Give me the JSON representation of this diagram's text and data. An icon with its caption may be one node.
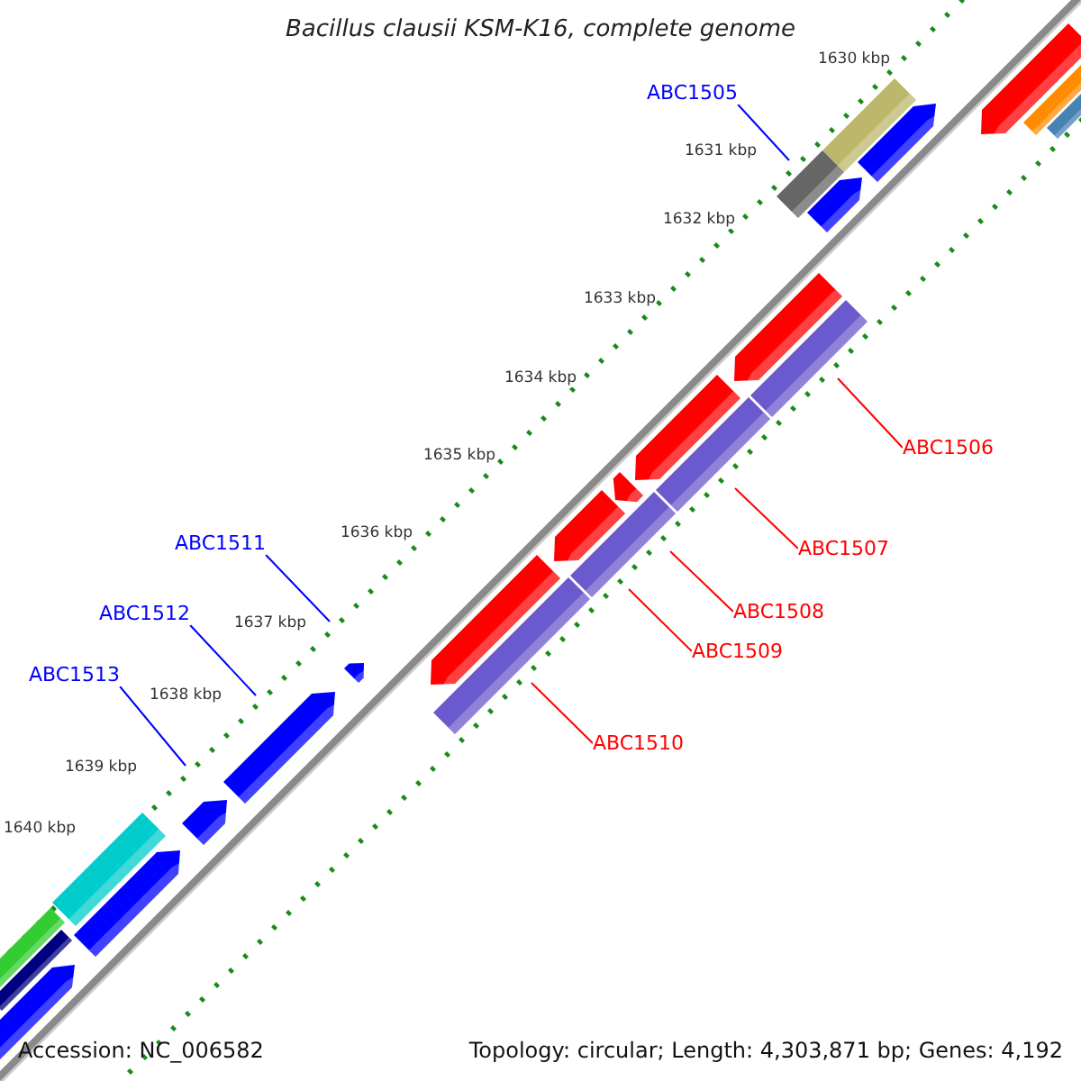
{
  "diagram": {
    "title": "Bacillus clausii KSM-K16, complete genome",
    "nodes": [
      {
        "text": [
          "ABC1505"
        ]
      },
      {
        "text": [
          "ABC1506"
        ]
      },
      {
        "text": [
          "ABC1507"
        ]
      },
      {
        "text": [
          "ABC1508"
        ]
      },
      {
        "text": [
          "ABC1509"
        ]
      },
      {
        "text": [
          "ABC1510"
        ]
      },
      {
        "text": [
          "ABC1511"
        ]
      },
      {
        "text": [
          "ABC1512"
        ]
      },
      {
        "text": [
          "ABC1513"
        ]
      }
    ],
    "edges": [
      {
        "from": 0,
        "to": null,
        "arrow": "none",
        "color": "#0000ff"
      },
      {
        "from": 1,
        "to": null,
        "arrow": "none"
      },
      {
        "from": 2,
        "to": null,
        "arrow": "none"
      },
      {
        "from": 3,
        "to": null,
        "arrow": "none"
      },
      {
        "from": 4,
        "to": null,
        "arrow": "none"
      },
      {
        "from": 5,
        "to": null,
        "arrow": "none"
      },
      {
        "from": 6,
        "to": null,
        "arrow": "none",
        "color": "#0000ff"
      },
      {
        "from": 7,
        "to": null,
        "arrow": "none",
        "color": "#0000ff"
      },
      {
        "from": 8,
        "to": null,
        "arrow": "none",
        "color": "#0000ff"
      }
    ],
    "labels": [
      "1630 kbp",
      "1631 kbp",
      "1632 kbp",
      "1633 kbp",
      "1634 kbp",
      "1635 kbp",
      "1636 kbp",
      "1637 kbp",
      "1638 kbp",
      "1639 kbp",
      "1640 kbp",
      "Accession: NC_006582",
      "Topology: circular; Length: 4,303,871 bp; Genes: 4,192"
    ]
  }
}
